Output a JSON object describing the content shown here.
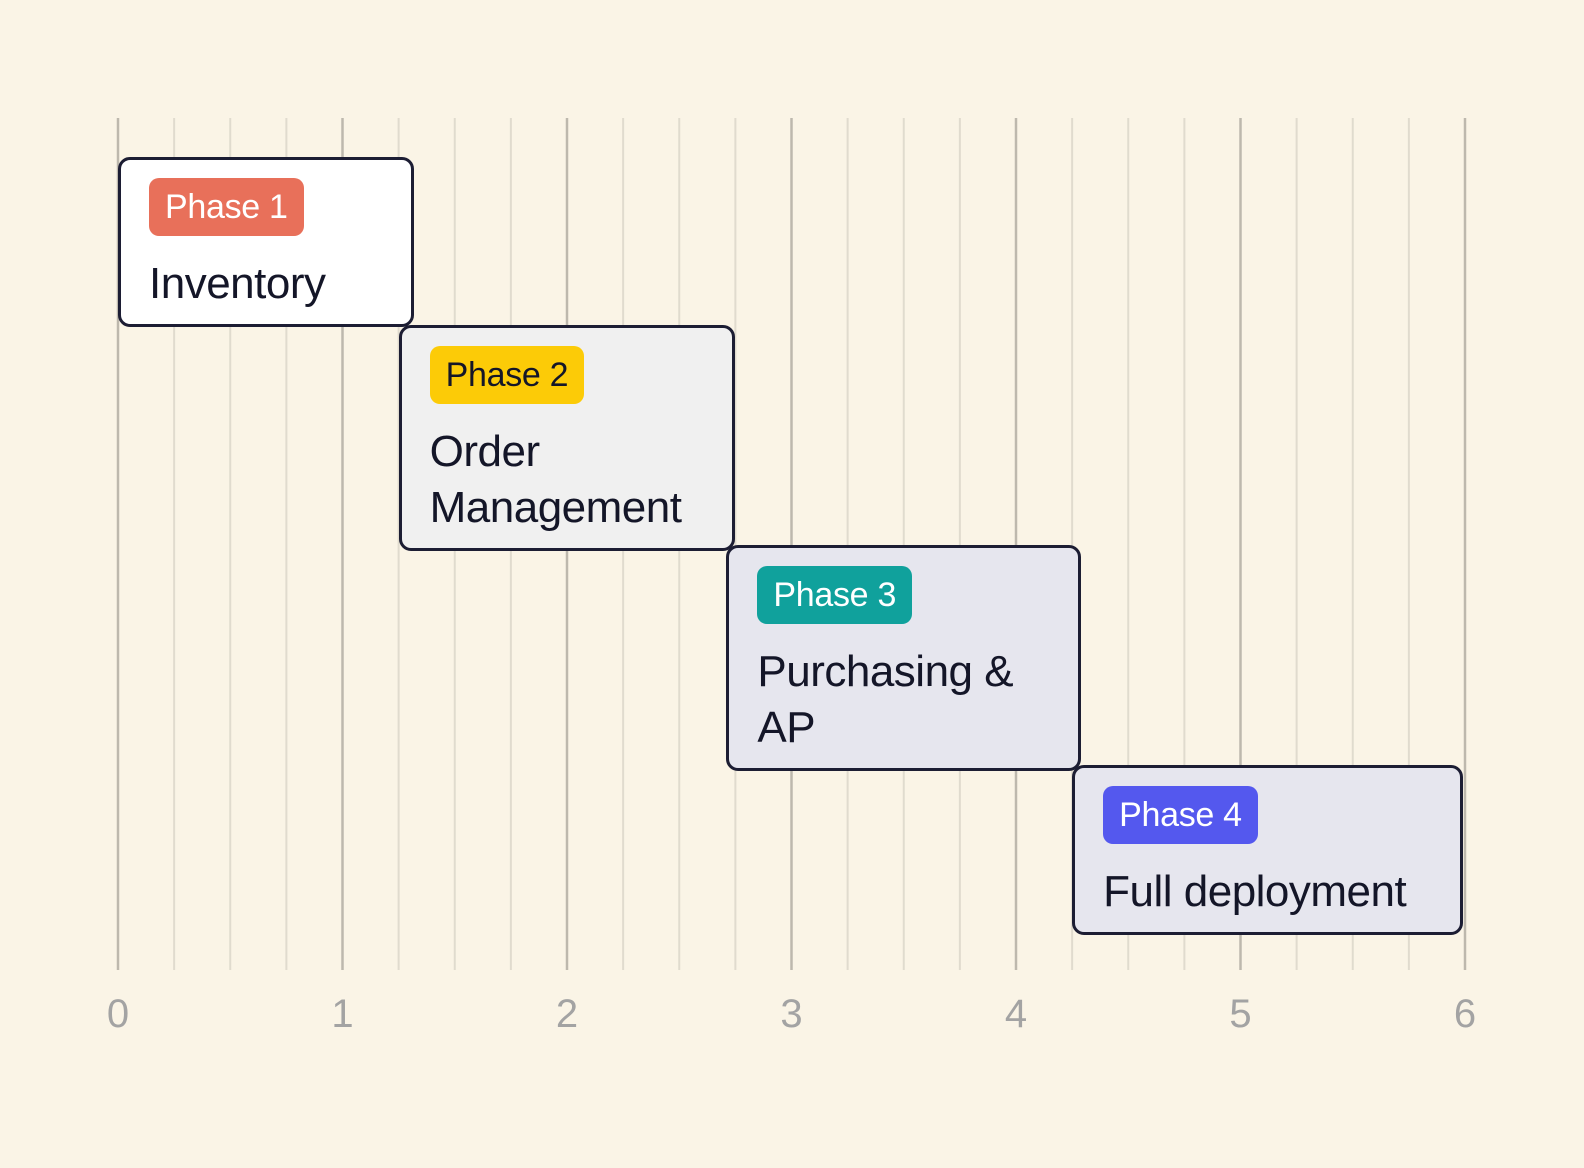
{
  "chart_data": {
    "type": "gantt",
    "x_axis": {
      "min": 0,
      "max": 6,
      "major_ticks": [
        0,
        1,
        2,
        3,
        4,
        5,
        6
      ],
      "minor_per_major": 4
    },
    "grid": true,
    "phases": [
      {
        "badge": "Phase 1",
        "title": "Inventory",
        "start": 0,
        "end": 1.32,
        "badge_color": "#e8705a",
        "badge_text_color": "#ffffff",
        "card_color": "#ffffff"
      },
      {
        "badge": "Phase 2",
        "title": "Order Management",
        "start": 1.25,
        "end": 2.75,
        "badge_color": "#fccb07",
        "badge_text_color": "#141628",
        "card_color": "#f0f0f0"
      },
      {
        "badge": "Phase 3",
        "title": "Purchasing & AP",
        "start": 2.71,
        "end": 4.29,
        "badge_color": "#10a19c",
        "badge_text_color": "#ffffff",
        "card_color": "#e6e6ee"
      },
      {
        "badge": "Phase 4",
        "title": "Full deployment",
        "start": 4.25,
        "end": 5.99,
        "badge_color": "#5458ee",
        "badge_text_color": "#ffffff",
        "card_color": "#e6e6ee"
      }
    ]
  },
  "colors": {
    "background": "#faf4e6",
    "border": "#1c1d33",
    "major_grid": "#bdb8ad",
    "minor_grid": "#e0dbce",
    "tick_label": "#a3a3a3"
  }
}
